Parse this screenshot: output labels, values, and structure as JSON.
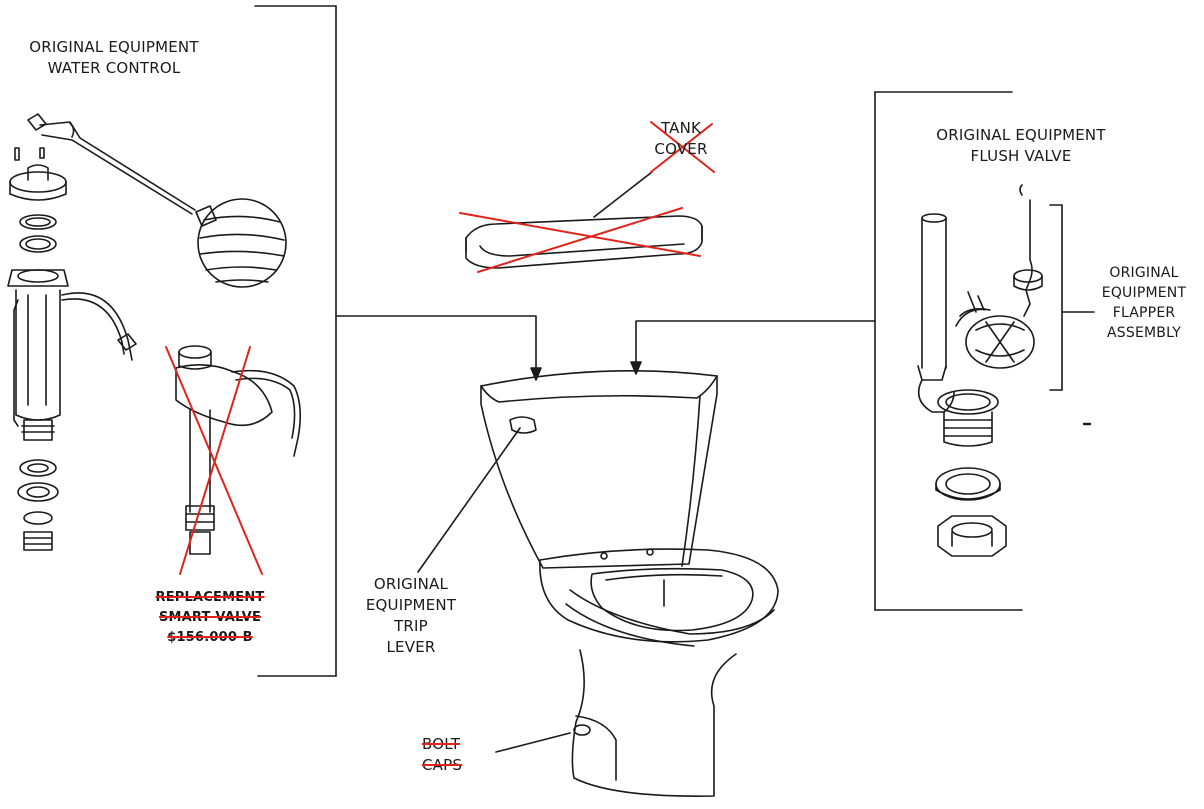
{
  "labels": {
    "water_control": [
      "ORIGINAL EQUIPMENT",
      "WATER CONTROL"
    ],
    "tank_cover": [
      "TANK",
      "COVER"
    ],
    "flush_valve": [
      "ORIGINAL EQUIPMENT",
      "FLUSH VALVE"
    ],
    "flapper_assembly": [
      "ORIGINAL",
      "EQUIPMENT",
      "FLAPPER",
      "ASSEMBLY"
    ],
    "replacement_valve": [
      "REPLACEMENT",
      "SMART VALVE",
      "$156.000-B"
    ],
    "trip_lever": [
      "ORIGINAL",
      "EQUIPMENT",
      "TRIP",
      "LEVER"
    ],
    "bolt_caps": [
      "BOLT",
      "CAPS"
    ]
  },
  "colors": {
    "ink": "#1a1a1a",
    "strike": "#e0241b",
    "background": "#ffffff"
  }
}
